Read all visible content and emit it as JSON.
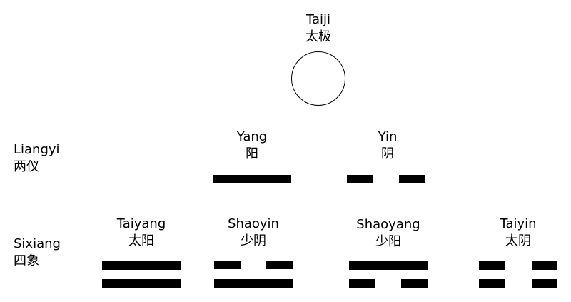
{
  "taiji": {
    "pinyin": "Taiji",
    "hanzi": "太极"
  },
  "rows": {
    "liangyi": {
      "pinyin": "Liangyi",
      "hanzi": "两仪"
    },
    "sixiang": {
      "pinyin": "Sixiang",
      "hanzi": "四象"
    }
  },
  "liangyi": [
    {
      "pinyin": "Yang",
      "hanzi": "阳",
      "lines": [
        "solid"
      ]
    },
    {
      "pinyin": "Yin",
      "hanzi": "阴",
      "lines": [
        "broken"
      ]
    }
  ],
  "sixiang": [
    {
      "pinyin": "Taiyang",
      "hanzi": "太阳",
      "lines": [
        "solid",
        "solid"
      ]
    },
    {
      "pinyin": "Shaoyin",
      "hanzi": "少阴",
      "lines": [
        "broken",
        "solid"
      ]
    },
    {
      "pinyin": "Shaoyang",
      "hanzi": "少阳",
      "lines": [
        "solid",
        "broken"
      ]
    },
    {
      "pinyin": "Taiyin",
      "hanzi": "太阴",
      "lines": [
        "broken",
        "broken"
      ]
    }
  ],
  "colors": {
    "ink": "#000000",
    "background": "#ffffff"
  }
}
